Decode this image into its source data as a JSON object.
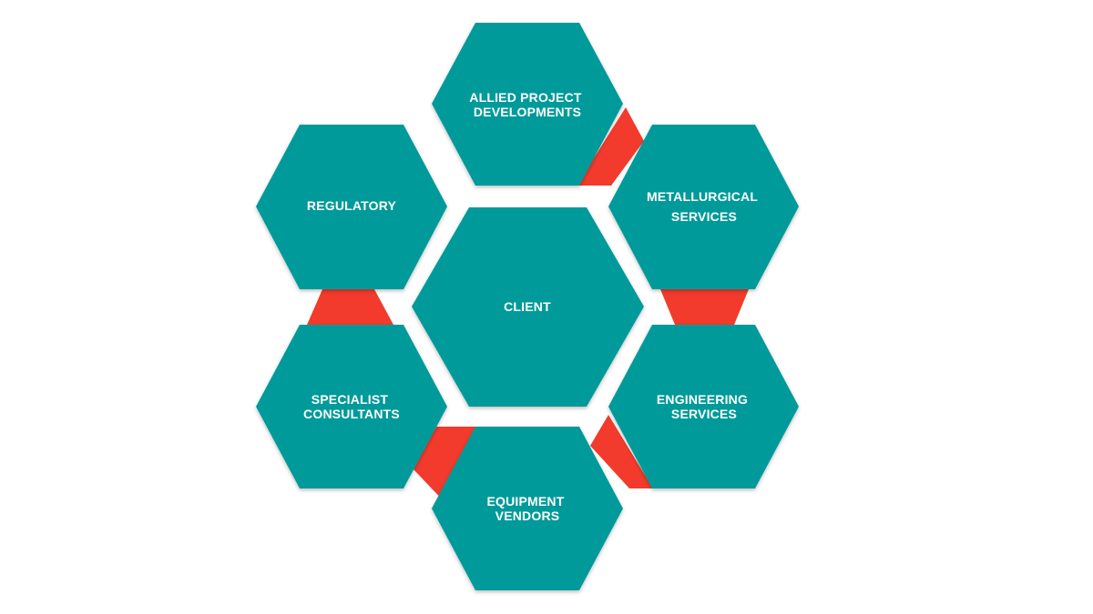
{
  "colors": {
    "hexagon": "#009a9a",
    "connector": "#f23b2c",
    "background": "#ffffff",
    "text": "#ffffff"
  },
  "hexagons": [
    {
      "id": "client",
      "lines": [
        "CLIENT"
      ]
    },
    {
      "id": "allied-project-developments",
      "lines": [
        "ALLIED PROJECT",
        "DEVELOPMENTS"
      ]
    },
    {
      "id": "metallurgical-services",
      "lines": [
        "METALLURGICAL",
        "SERVICES"
      ]
    },
    {
      "id": "engineering-services",
      "lines": [
        "ENGINEERING",
        "SERVICES"
      ]
    },
    {
      "id": "equipment-vendors",
      "lines": [
        "EQUIPMENT",
        "VENDORS"
      ]
    },
    {
      "id": "specialist-consultants",
      "lines": [
        "SPECIALIST",
        "CONSULTANTS"
      ]
    },
    {
      "id": "regulatory",
      "lines": [
        "REGULATORY"
      ]
    }
  ]
}
